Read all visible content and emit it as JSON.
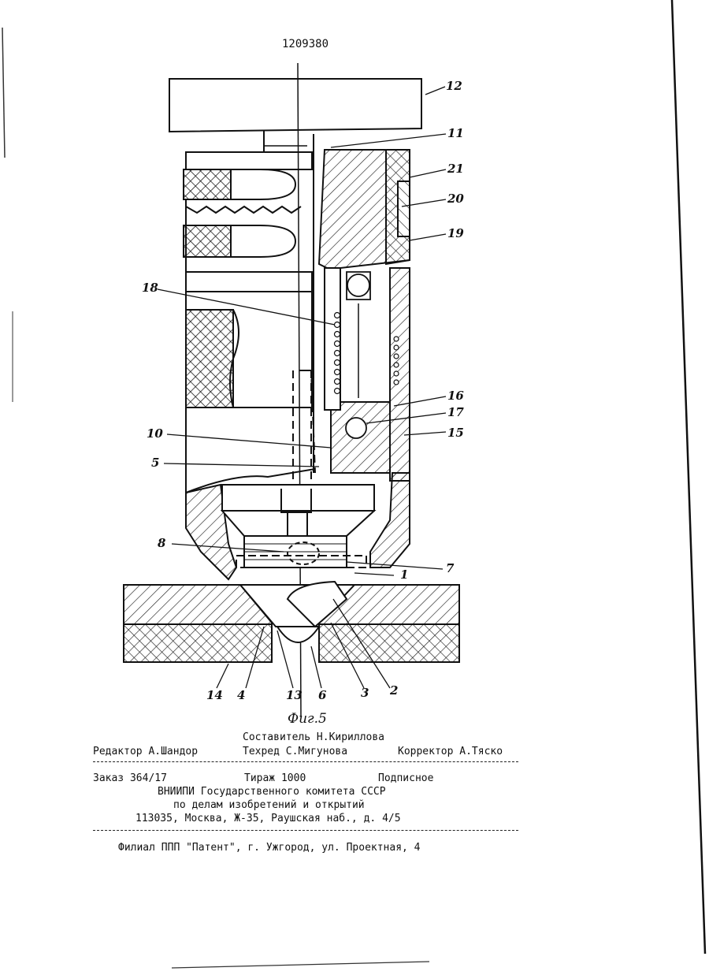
{
  "header": {
    "patent_number": "1209380"
  },
  "figure": {
    "caption": "Фиг.5",
    "labels": [
      {
        "id": "12",
        "text": "12"
      },
      {
        "id": "11",
        "text": "11"
      },
      {
        "id": "21",
        "text": "21"
      },
      {
        "id": "20",
        "text": "20"
      },
      {
        "id": "19",
        "text": "19"
      },
      {
        "id": "18",
        "text": "18"
      },
      {
        "id": "16",
        "text": "16"
      },
      {
        "id": "17",
        "text": "17"
      },
      {
        "id": "10",
        "text": "10"
      },
      {
        "id": "15",
        "text": "15"
      },
      {
        "id": "5",
        "text": "5"
      },
      {
        "id": "8",
        "text": "8"
      },
      {
        "id": "7",
        "text": "7"
      },
      {
        "id": "1",
        "text": "1"
      },
      {
        "id": "14",
        "text": "14"
      },
      {
        "id": "4",
        "text": "4"
      },
      {
        "id": "13",
        "text": "13"
      },
      {
        "id": "6",
        "text": "6"
      },
      {
        "id": "3",
        "text": "3"
      },
      {
        "id": "2",
        "text": "2"
      }
    ]
  },
  "imprint": {
    "compiler": "Составитель Н.Кириллова",
    "editor": "Редактор А.Шандор",
    "techred": "Техред С.Мигунова",
    "corrector": "Корректор А.Тяско",
    "order": "Заказ 364/17",
    "circulation": "Тираж 1000",
    "subscription": "Подписное",
    "org_line1": "ВНИИПИ Государственного комитета СССР",
    "org_line2": "по делам изобретений и открытий",
    "address": "113035, Москва, Ж-35, Раушская наб., д. 4/5",
    "branch": "Филиал ППП \"Патент\", г. Ужгород, ул. Проектная, 4"
  }
}
